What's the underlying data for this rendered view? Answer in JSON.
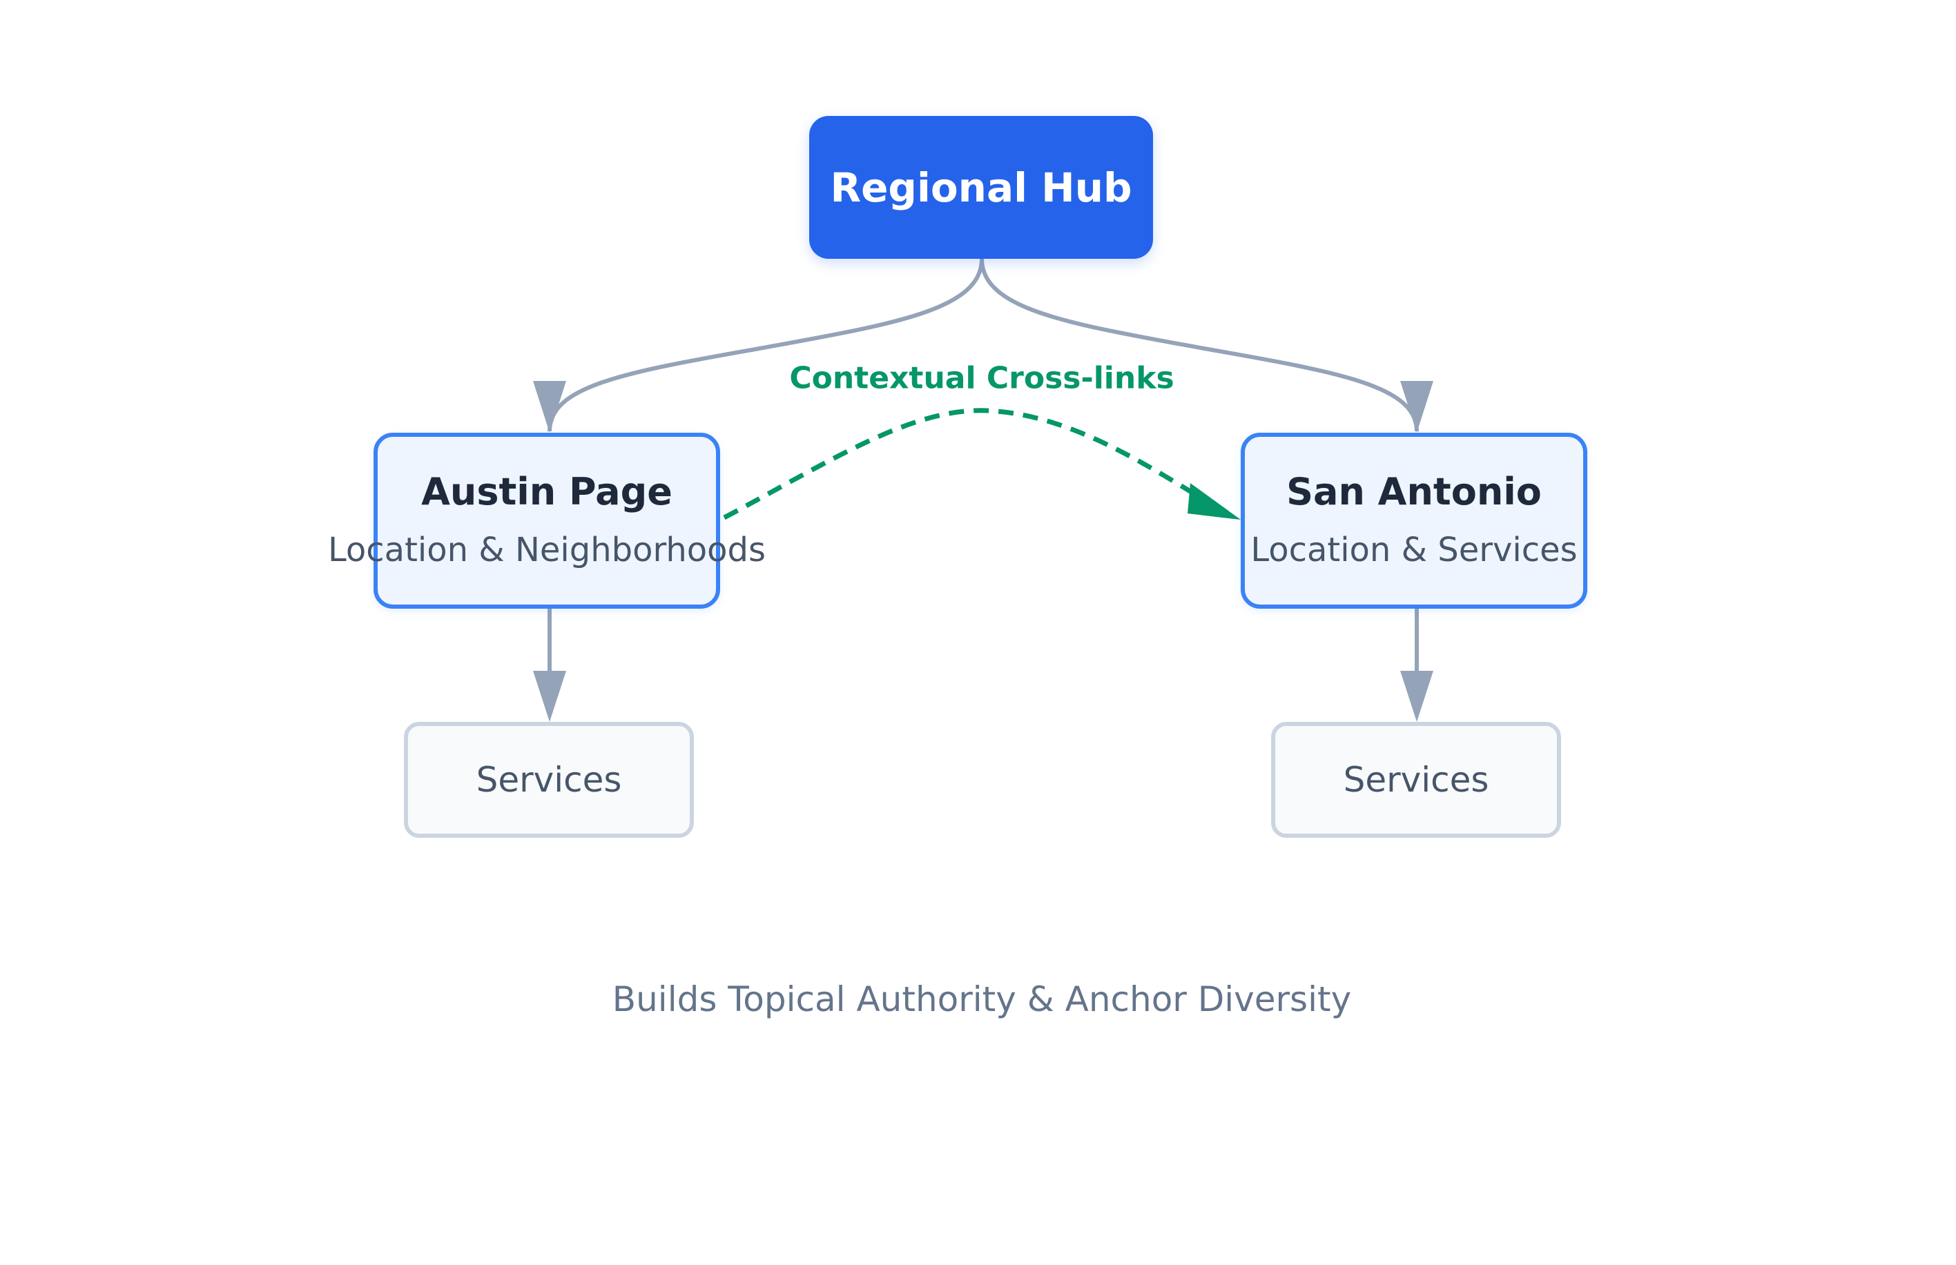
{
  "hub": {
    "title": "Regional Hub"
  },
  "locations": [
    {
      "title": "Austin Page",
      "subtitle": "Location & Neighborhoods"
    },
    {
      "title": "San Antonio",
      "subtitle": "Location & Services"
    }
  ],
  "services": [
    {
      "label": "Services"
    },
    {
      "label": "Services"
    }
  ],
  "crosslink": {
    "label": "Contextual Cross-links"
  },
  "footer": {
    "text": "Builds Topical Authority & Anchor Diversity"
  },
  "colors": {
    "hub_fill": "#2563eb",
    "location_fill": "#eef5ff",
    "location_border": "#3b82f6",
    "service_fill": "#f8fafc",
    "service_border": "#cbd5e1",
    "connector": "#94a3b8",
    "crosslink": "#059669",
    "footer_text": "#64748b"
  }
}
